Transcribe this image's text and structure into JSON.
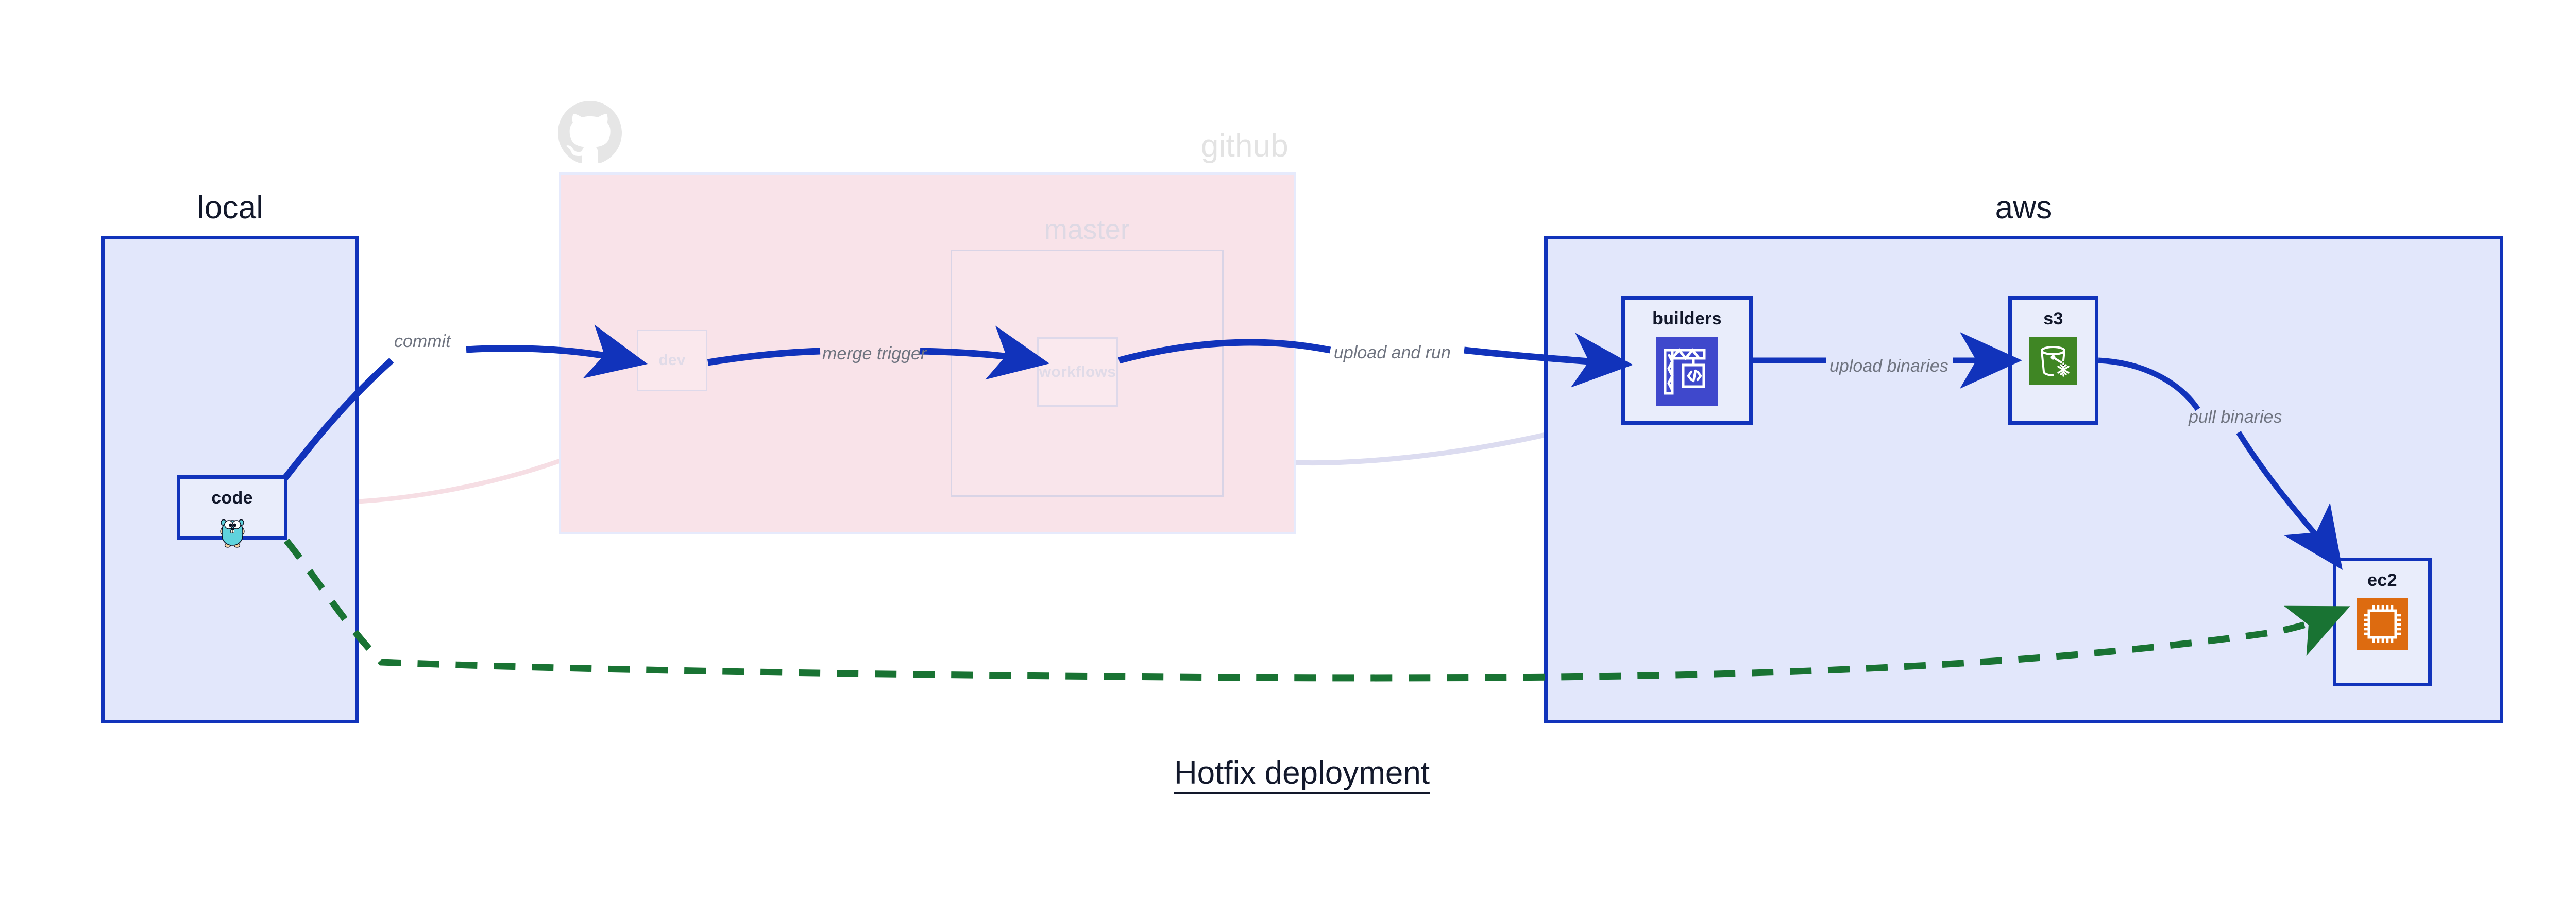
{
  "diagram": {
    "caption": "Hotfix deployment",
    "groups": [
      {
        "id": "local",
        "label": "local",
        "border_color": "#1133bb",
        "fill": "#e2e7fb",
        "faded": false
      },
      {
        "id": "github",
        "label": "github",
        "border_color": "#e6eafc",
        "fill": "#f9e3e9",
        "faded": true
      },
      {
        "id": "master",
        "label": "master",
        "border_color": "#d9d4e6",
        "fill": "transparent",
        "faded": true
      },
      {
        "id": "aws",
        "label": "aws",
        "border_color": "#1133bb",
        "fill": "#e2e7fb",
        "faded": false
      }
    ],
    "nodes": [
      {
        "id": "code",
        "label": "code",
        "icon": "go-gopher-icon",
        "group": "local",
        "faded": false
      },
      {
        "id": "dev",
        "label": "dev",
        "icon": "branch-icon",
        "group": "github",
        "faded": true
      },
      {
        "id": "workflows",
        "label": "workflows",
        "icon": "workflow-icon",
        "group": "master",
        "faded": true
      },
      {
        "id": "builders",
        "label": "builders",
        "icon": "aws-codebuild-icon",
        "group": "aws",
        "faded": false,
        "icon_color": "#3f48cc"
      },
      {
        "id": "s3",
        "label": "s3",
        "icon": "aws-s3-bucket-icon",
        "group": "aws",
        "faded": false,
        "icon_color": "#3f8624"
      },
      {
        "id": "ec2",
        "label": "ec2",
        "icon": "aws-ec2-chip-icon",
        "group": "aws",
        "faded": false,
        "icon_color": "#dd6b10"
      }
    ],
    "edges": [
      {
        "id": "commit",
        "label": "commit",
        "from": "code",
        "to": "dev",
        "style": "solid",
        "color": "#1133bb"
      },
      {
        "id": "merge-trigger",
        "label": "merge trigger",
        "from": "dev",
        "to": "workflows",
        "style": "solid",
        "color": "#1133bb"
      },
      {
        "id": "upload-and-run",
        "label": "upload and run",
        "from": "workflows",
        "to": "builders",
        "style": "solid",
        "color": "#1133bb"
      },
      {
        "id": "upload-binaries",
        "label": "upload binaries",
        "from": "builders",
        "to": "s3",
        "style": "solid",
        "color": "#1133bb"
      },
      {
        "id": "pull-binaries",
        "label": "pull binaries",
        "from": "s3",
        "to": "ec2",
        "style": "solid",
        "color": "#1133bb"
      },
      {
        "id": "hotfix-direct",
        "label": "",
        "from": "code",
        "to": "ec2",
        "style": "dashed",
        "color": "#197333"
      }
    ],
    "colors": {
      "primary_blue": "#1133bb",
      "group_fill_blue": "#e2e7fb",
      "node_fill_blue": "#e9edfb",
      "github_fill_pink": "#f9e3e9",
      "dashed_green": "#197333",
      "label_gray": "#6f7480",
      "text_dark": "#12182b",
      "faded_gray": "#e3e3e3"
    }
  }
}
